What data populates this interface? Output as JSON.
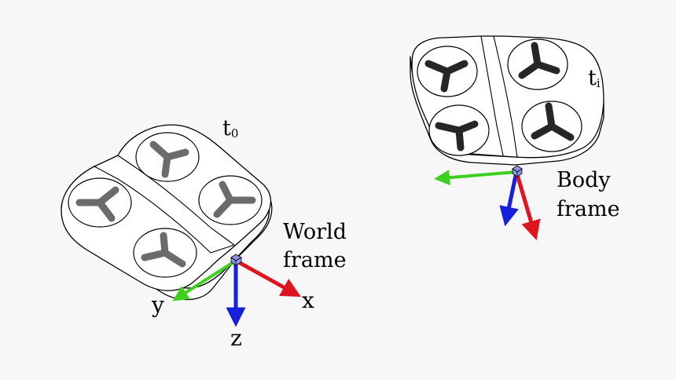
{
  "figure": {
    "background": "#f7f7f7",
    "drone_initial": {
      "time_label": "t",
      "time_subscript": "0",
      "frame_label_line1": "World",
      "frame_label_line2": "frame",
      "propeller_color": "#6b6b6b",
      "axes": {
        "x": {
          "label": "x",
          "color": "#e0141e"
        },
        "y": {
          "label": "y",
          "color": "#3dd01e"
        },
        "z": {
          "label": "z",
          "color": "#1620d8"
        }
      }
    },
    "drone_later": {
      "time_label": "t",
      "time_subscript": "i",
      "frame_label_line1": "Body",
      "frame_label_line2": "frame",
      "propeller_color": "#262626",
      "axes": {
        "x": {
          "color": "#e0141e"
        },
        "y": {
          "color": "#3dd01e"
        },
        "z": {
          "color": "#1620d8"
        }
      }
    },
    "origin_marker_color": "#8a97e6"
  }
}
